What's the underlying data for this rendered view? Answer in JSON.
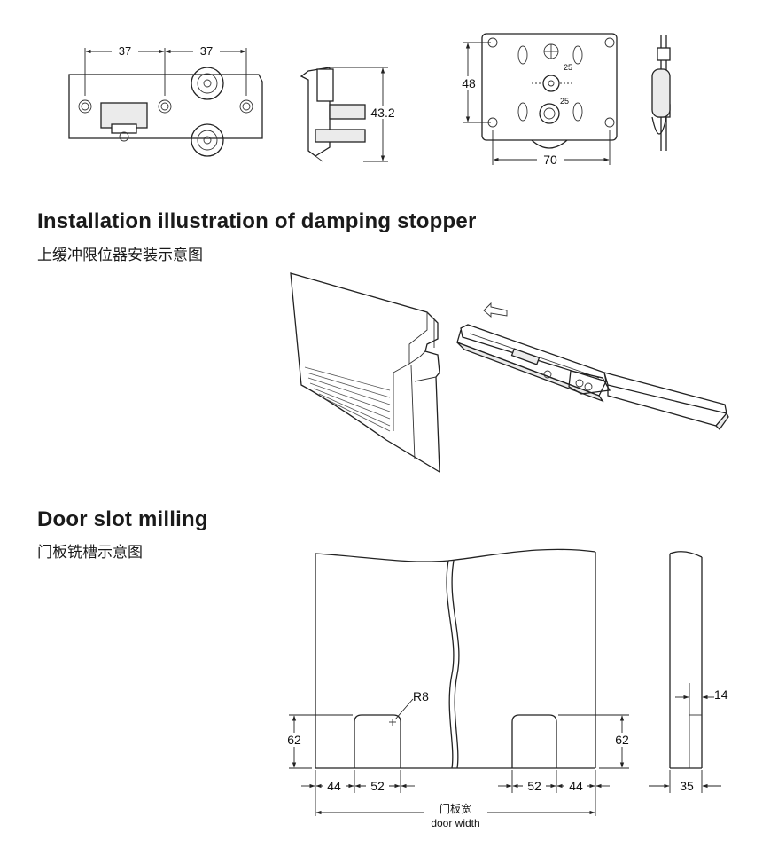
{
  "sections": {
    "installation": {
      "title": "Installation illustration of damping stopper",
      "subtitle": "上缓冲限位器安装示意图"
    },
    "milling": {
      "title": "Door slot milling",
      "subtitle": "门板铣槽示意图"
    }
  },
  "top_drawings": {
    "plate_spacing_left": "37",
    "plate_spacing_right": "37",
    "side_height": "43.2",
    "bracket_height": "48",
    "bracket_width": "70",
    "slot_label_top": "25",
    "slot_label_bottom": "25"
  },
  "milling_drawing": {
    "radius": "R8",
    "slot_depth_left": "62",
    "slot_depth_right": "62",
    "left_edge_offset": "44",
    "left_slot_width": "52",
    "right_slot_width": "52",
    "right_edge_offset": "44",
    "door_width_cn": "门板宽",
    "door_width_en": "door width",
    "side_groove_width": "14",
    "side_thickness": "35"
  }
}
